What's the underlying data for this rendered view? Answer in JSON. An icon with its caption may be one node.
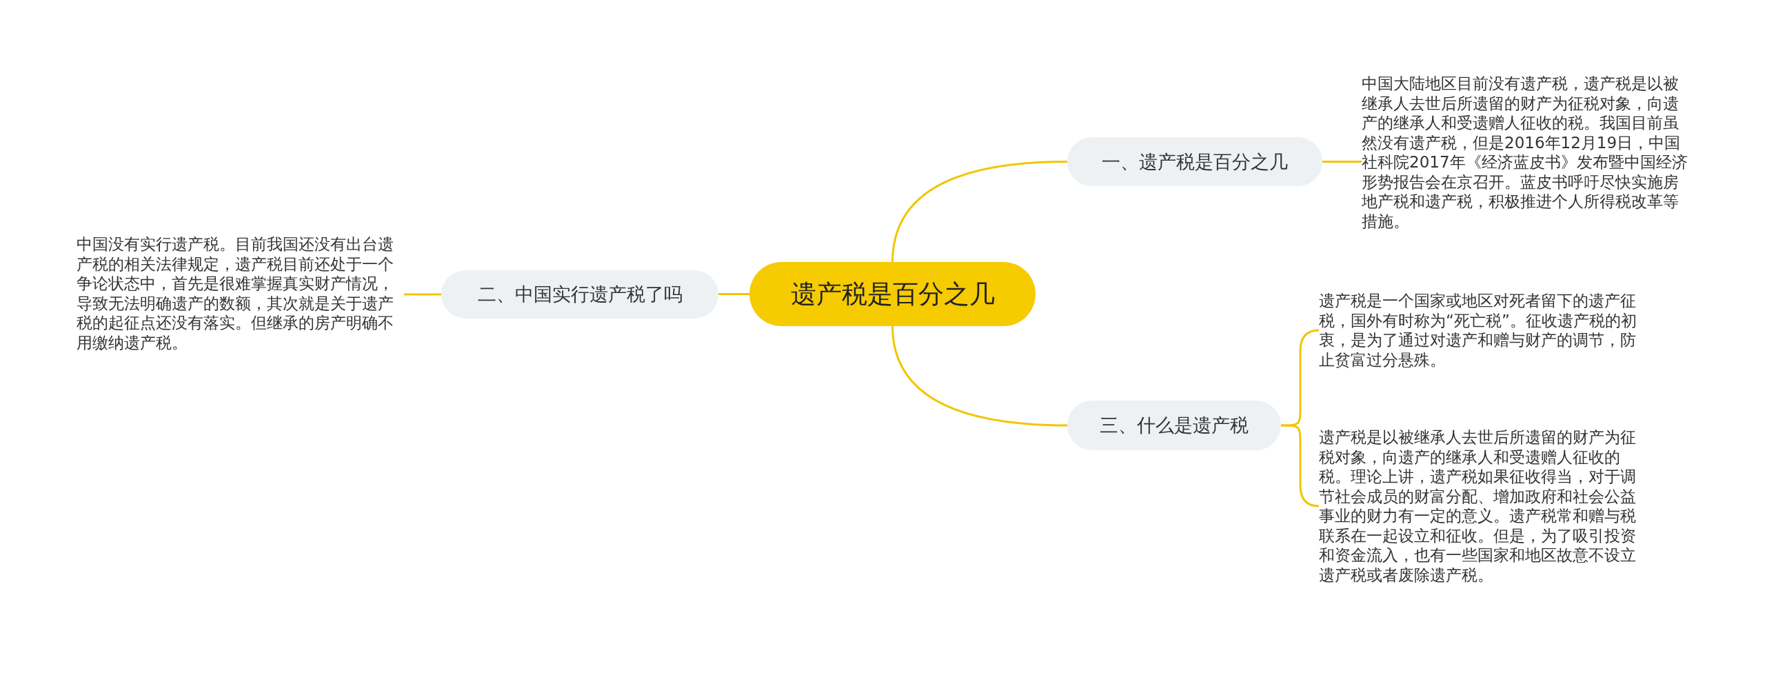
{
  "diagram": {
    "nodes": [
      {
        "text": [
          "遗产税是百分之几"
        ]
      },
      {
        "text": [
          "一、遗产税是百分之几"
        ]
      },
      {
        "text": [
          "中国大陆地区目前没有遗产税，遗产税是以被继承人去世后所遗留的财产为征税对象，向遗产的继承人和受遗赠人征收的税。我国目前虽然没有遗产税，但是2016年12月19日，中国社科院2017年《经济蓝皮书》发布暨中国经济形势报告会在京召开。蓝皮书呼吁尽快实施房地产税和遗产税，积极推进个人所得税改革等措施。"
        ]
      },
      {
        "text": [
          "二、中国实行遗产税了吗"
        ]
      },
      {
        "text": [
          "中国没有实行遗产税。目前我国还没有出台遗产税的相关法律规定，遗产税目前还处于一个争论状态中，首先是很难掌握真实财产情况，导致无法明确遗产的数额，其次就是关于遗产税的起征点还没有落实。但继承的房产明确不用缴纳遗产税。"
        ]
      },
      {
        "text": [
          "三、什么是遗产税"
        ]
      },
      {
        "text": [
          "遗产税是一个国家或地区对死者留下的遗产征税，国外有时称为“死亡税”。征收遗产税的初衷，是为了通过对遗产和赠与财产的调节，防止贫富过分悬殊。"
        ]
      },
      {
        "text": [
          "遗产税是以被继承人去世后所遗留的财产为征税对象，向遗产的继承人和受遗赠人征收的税。理论上讲，遗产税如果征收得当，对于调节社会成员的财富分配、增加政府和社会公益事业的财力有一定的意义。遗产税常和赠与税联系在一起设立和征收。但是，为了吸引投资和资金流入，也有一些国家和地区故意不设立遗产税或者废除遗产税。"
        ]
      }
    ],
    "edges": [
      {
        "from": 0,
        "to": 1,
        "arrow": "none"
      },
      {
        "from": 1,
        "to": 2,
        "arrow": "none"
      },
      {
        "from": 0,
        "to": 3,
        "arrow": "none"
      },
      {
        "from": 3,
        "to": 4,
        "arrow": "none"
      },
      {
        "from": 0,
        "to": 5,
        "arrow": "none"
      },
      {
        "from": 5,
        "to": 6,
        "arrow": "none"
      },
      {
        "from": 5,
        "to": 7,
        "arrow": "none"
      }
    ]
  }
}
